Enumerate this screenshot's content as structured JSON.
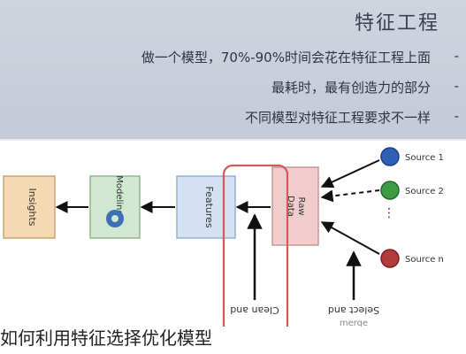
{
  "slide": {
    "title": "特征工程",
    "bullets": [
      "做一个模型，70%-90%时间会花在特征工程上面",
      "最耗时，最有创造力的部分",
      "不同模型对特征工程要求不一样"
    ]
  },
  "diagram": {
    "sources": [
      {
        "label": "Source 1",
        "color": "#2e5fb5"
      },
      {
        "label": "Source 2",
        "color": "#3f9a45"
      },
      {
        "label": "Source n",
        "color": "#b33a3a"
      }
    ],
    "raw_data": {
      "line1": "Raw",
      "line2": "Data"
    },
    "features": "Features",
    "modeling": "Modeling",
    "insights": "Insights",
    "clean_label": "Clean and",
    "select_label": "Select and",
    "merge_label": "merge"
  },
  "caption": "如何利用特征选择优化模型"
}
